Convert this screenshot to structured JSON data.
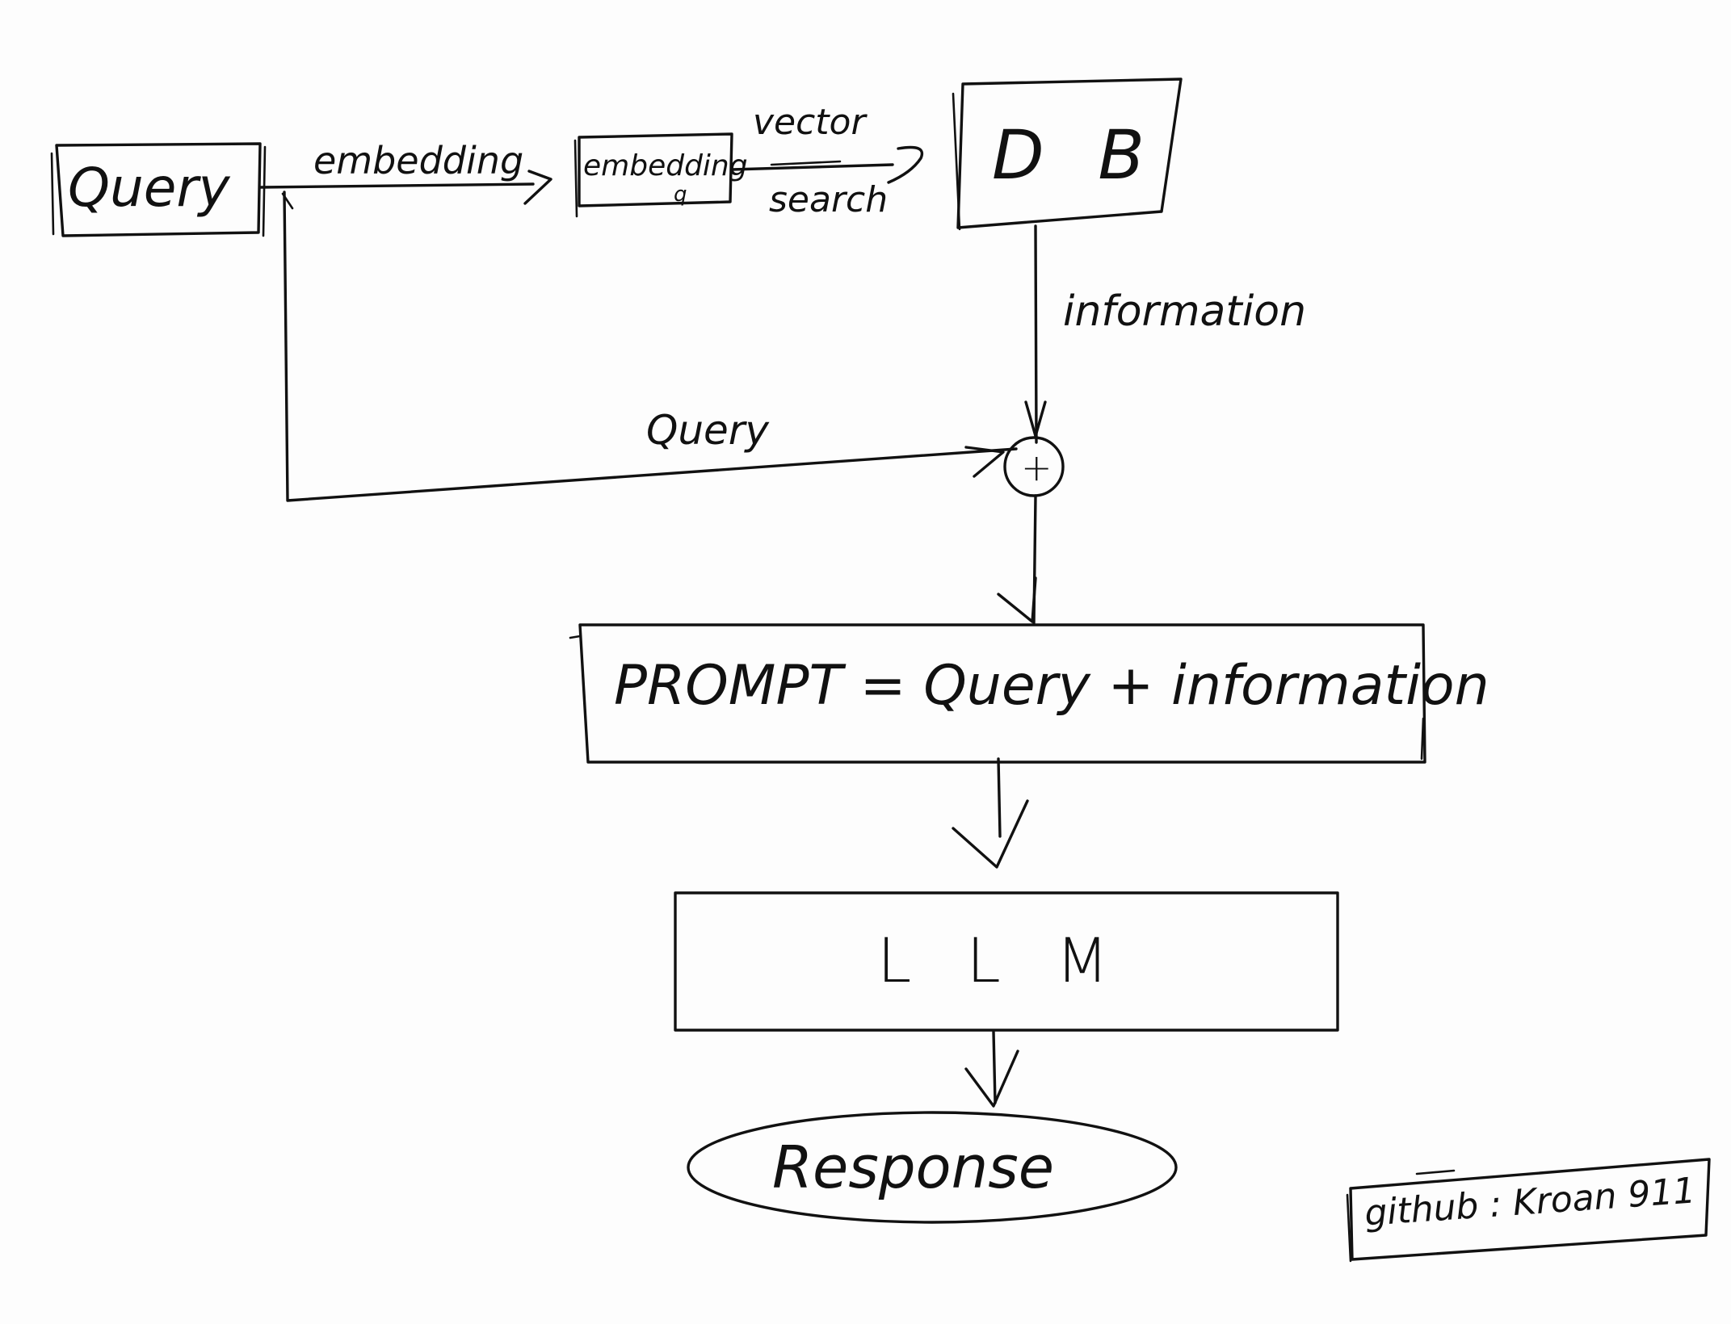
{
  "nodes": {
    "query": "Query",
    "query_embedding_line1": "embedding",
    "query_embedding_line2": "q",
    "db": "D B",
    "prompt": "PROMPT = Query + information",
    "llm": "L L M",
    "response": "Response"
  },
  "edges": {
    "embedding": "embedding",
    "vector_search_top": "vector",
    "vector_search_bottom": "search",
    "information": "information",
    "query_path": "Query",
    "combine_symbol": "+"
  },
  "credit": "github :  Kroan 911"
}
